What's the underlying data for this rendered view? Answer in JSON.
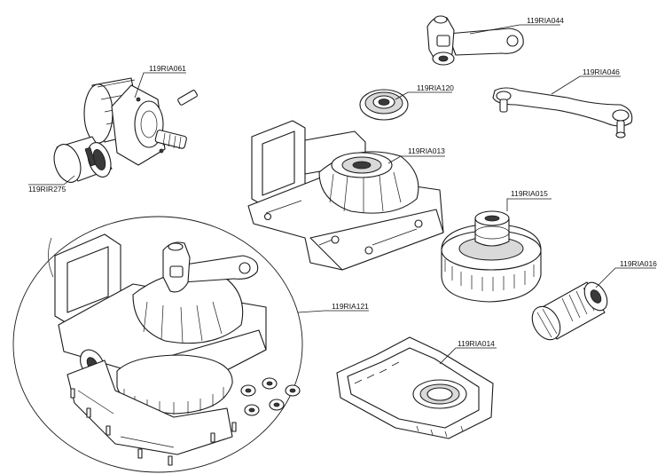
{
  "labels": {
    "p044": "119RIA044",
    "p061": "119RIA061",
    "p120": "119RIA120",
    "p046": "119RIA046",
    "p013": "119RIA013",
    "p275": "119RIR275",
    "p015": "119RIA015",
    "p016": "119RIA016",
    "p121": "119RIA121",
    "p014": "119RIA014"
  }
}
